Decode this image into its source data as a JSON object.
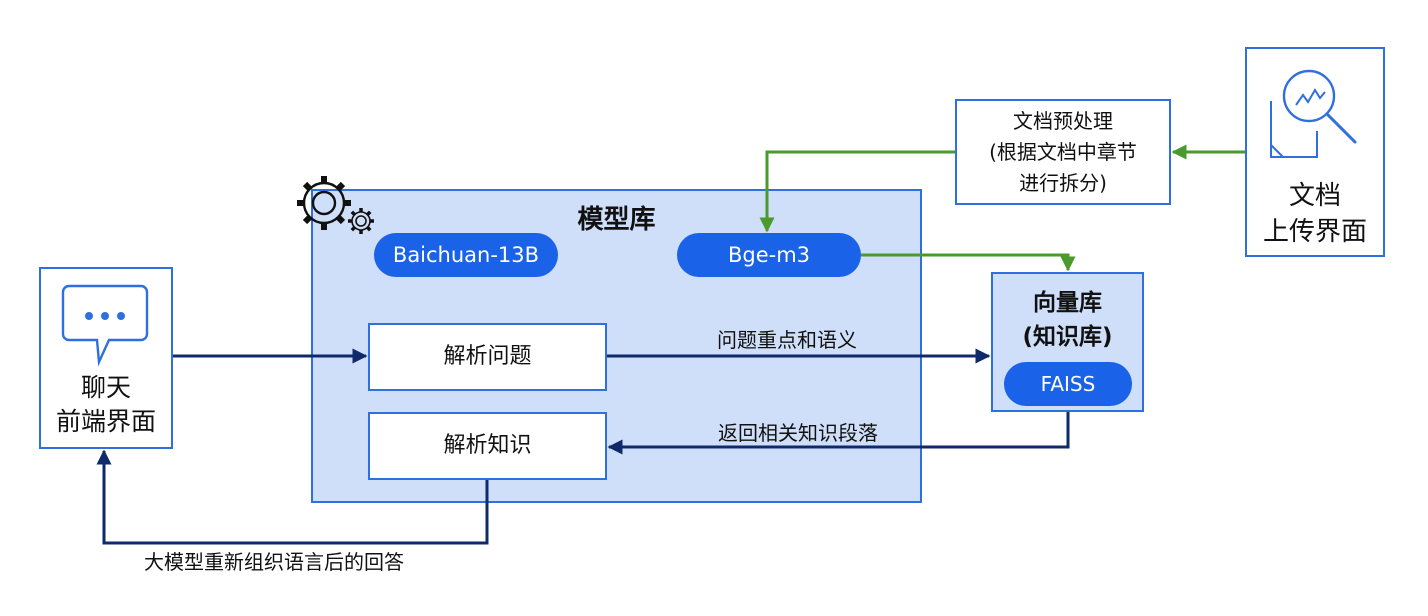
{
  "model_library": {
    "title": "模型库",
    "models": [
      "Baichuan-13B",
      "Bge-m3"
    ]
  },
  "chat_frontend": {
    "line1": "聊天",
    "line2": "前端界面",
    "icon": "chat-bubble-icon"
  },
  "upload_ui": {
    "line1": "文档",
    "line2": "上传界面",
    "icon": "document-search-icon"
  },
  "preprocessing": {
    "line1": "文档预处理",
    "line2": "(根据文档中章节",
    "line3": "进行拆分)"
  },
  "vector_db": {
    "line1": "向量库",
    "line2": "(知识库)",
    "engine": "FAISS"
  },
  "steps": {
    "parse_question": "解析问题",
    "parse_knowledge": "解析知识"
  },
  "edge_labels": {
    "question_to_db": "问题重点和语义",
    "db_to_knowledge": "返回相关知识段落",
    "answer_back": "大模型重新组织语言后的回答"
  },
  "colors": {
    "blue_border": "#2f6fe0",
    "pill_blue": "#1a62e8",
    "light_fill": "#cfdffa",
    "dark_arrow": "#0f2a6b",
    "green_arrow": "#4a9a2c"
  }
}
